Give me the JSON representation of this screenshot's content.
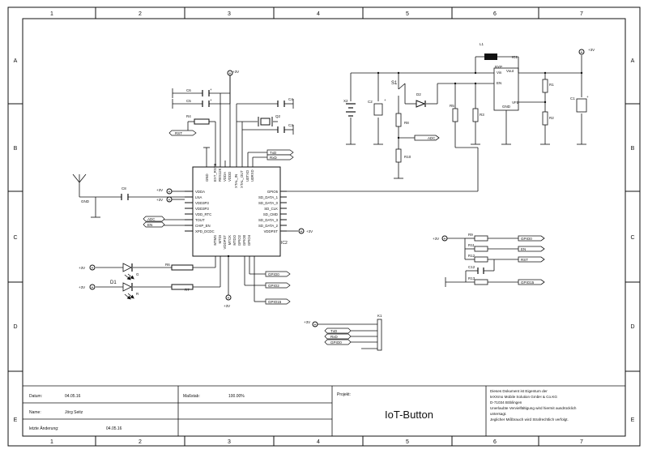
{
  "border": {
    "col_numbers": [
      "1",
      "2",
      "3",
      "4",
      "5",
      "6",
      "7"
    ],
    "row_letters": [
      "A",
      "B",
      "C",
      "D",
      "E"
    ]
  },
  "components": {
    "ic2_label": "IC2",
    "ic2_left_pins": [
      "VDDA",
      "LNA",
      "VDD3P3",
      "VDD3P3",
      "VDD_RTC",
      "TOUT",
      "CHIP_EN",
      "XPD_DCDC"
    ],
    "ic2_right_pins": [
      "GPIO5",
      "SD_DATA_1",
      "SD_DATA_0",
      "SD_CLK",
      "SD_CMD",
      "SD_DATA_3",
      "SD_DATA_2",
      "VDDPST"
    ],
    "ic2_top_pins": [
      "GND",
      "EXT_RSTB",
      "RES12K",
      "VDDA",
      "VDDD",
      "XTAL_IN",
      "XTAL_OUT",
      "U0TXD",
      "U0RXD"
    ],
    "ic2_bottom_pins": [
      "MTMS",
      "MTDI",
      "VDDPST",
      "MTCK",
      "MTDO",
      "GPIO2",
      "GPIO0",
      "GPIO4"
    ],
    "ic1_label": "IC1",
    "ic1_pins": {
      "vin": "Vin",
      "vout": "Vout",
      "en": "EN",
      "byp": "BYP",
      "gnd": "GND",
      "vfb": "VFB"
    },
    "c1": "C1",
    "c2": "C2",
    "c3": "C3",
    "c4": "C4",
    "c5": "C5",
    "c6": "C6",
    "c8": "C8",
    "c12": "C12",
    "r1": "R1",
    "r2": "R2",
    "r3": "R3",
    "r4": "R4",
    "r5": "R5",
    "r6": "R6",
    "r7": "R7",
    "r8": "R8",
    "r9": "R9",
    "r10": "R10",
    "r11": "R11",
    "r12": "R12",
    "r13": "R13",
    "l1": "L1",
    "d1": "D1",
    "d2": "D2",
    "s1": "S1",
    "q2": "Q2",
    "x2": "X2",
    "k1": "K1",
    "led_g": "G",
    "led_r": "R",
    "gnd_label": "GND",
    "plus3v": "+3V",
    "net_rst": "RST",
    "net_adc": "ADC",
    "net_en": "EN",
    "net_txd": "TxD",
    "net_rxd": "RxD",
    "net_gpio0": "GPIO0",
    "net_gpio2": "GPIO2",
    "net_gpio15": "GPIO15",
    "conn_nets": [
      "TxD",
      "RxD",
      "GPIO0"
    ],
    "pullup_nets": [
      "GPIO0",
      "EN",
      "GPIO15"
    ],
    "rst_net": "RST",
    "cap_plus": "+"
  },
  "title_block": {
    "datum_label": "Datum:",
    "datum_value": "04.05.16",
    "name_label": "Name:",
    "name_value": "Jörg Seitz",
    "change_label": "letzte Änderung:",
    "change_value": "04.05.16",
    "scale_label": "Maßstab:",
    "scale_value": "100.00%",
    "project_label": "Projekt:",
    "project_value": "IoT-Button",
    "notice_lines": [
      "Dieses Dokument ist Eigentum der",
      "teXXmo Mobile Solution GmbH & Co.KG",
      "D-71034 Böblingen",
      "Unerlaubte Vervielfältigung wird hiermit ausdrücklich",
      "untersagt.",
      "Jeglicher Mißbrauch wird Strafrechtlich verfolgt."
    ]
  }
}
